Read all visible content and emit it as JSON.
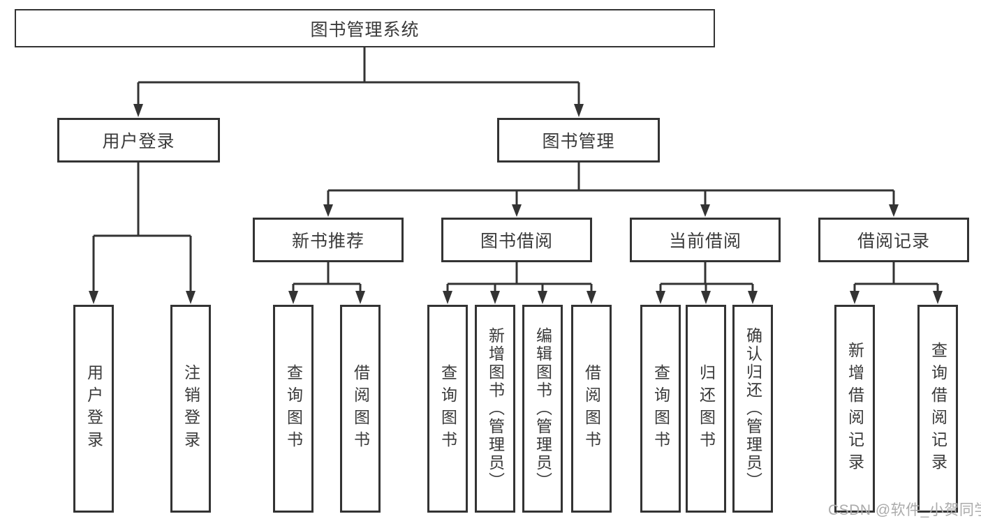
{
  "diagram": {
    "colors": {
      "line": "#333333",
      "text": "#3a3a3a",
      "background": "#ffffff",
      "watermark": "#ababab"
    },
    "root": "图书管理系统",
    "watermark": "CSDN @软件_小贺同学",
    "branches": [
      {
        "label": "用户登录",
        "children": [
          "用户登录",
          "注销登录"
        ]
      },
      {
        "label": "图书管理",
        "groups": [
          {
            "label": "新书推荐",
            "children": [
              "查询图书",
              "借阅图书"
            ]
          },
          {
            "label": "图书借阅",
            "children": [
              "查询图书",
              "新增图书（管理员）",
              "编辑图书（管理员）",
              "借阅图书"
            ]
          },
          {
            "label": "当前借阅",
            "children": [
              "查询图书",
              "归还图书",
              "确认归还（管理员）"
            ]
          },
          {
            "label": "借阅记录",
            "children": [
              "新增借阅记录",
              "查询借阅记录"
            ]
          }
        ]
      }
    ]
  }
}
